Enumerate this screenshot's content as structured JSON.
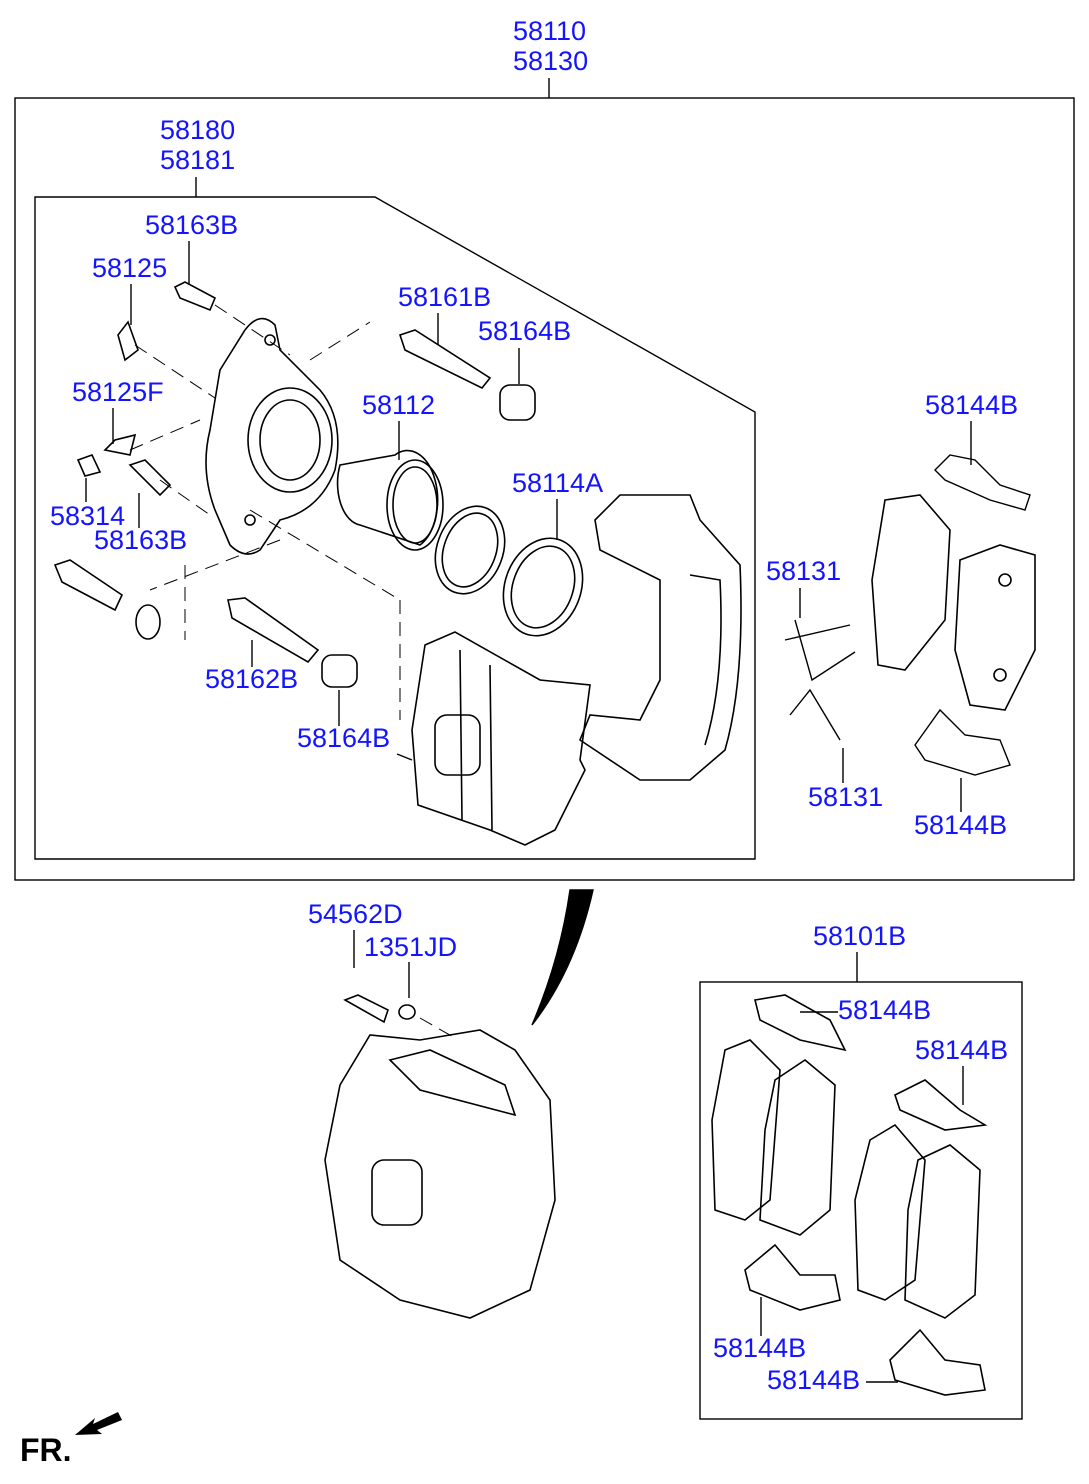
{
  "colors": {
    "label": "#1414ff",
    "line": "#000000"
  },
  "labels": {
    "assy_a": "58110",
    "assy_b": "58130",
    "housing_a": "58180",
    "housing_b": "58181",
    "bolt_top": "58163B",
    "bleeder_cap": "58125",
    "guide_pin_top": "58161B",
    "boot_top": "58164B",
    "bleeder_screw": "58125F",
    "piston": "58112",
    "shim_top_right": "58144B",
    "seal_kit": "58114A",
    "cap_58314": "58314",
    "bolt_lower": "58163B",
    "spring_top": "58131",
    "guide_pin_lower": "58162B",
    "boot_lower": "58164B",
    "spring_lower": "58131",
    "shim_lower_right": "58144B",
    "bolt_54562d": "54562D",
    "washer_1351jd": "1351JD",
    "pad_kit": "58101B",
    "kit_shim_1": "58144B",
    "kit_shim_2": "58144B",
    "kit_shim_3": "58144B",
    "kit_shim_4": "58144B"
  },
  "direction": {
    "label": "FR.",
    "icon": "arrow-icon"
  }
}
